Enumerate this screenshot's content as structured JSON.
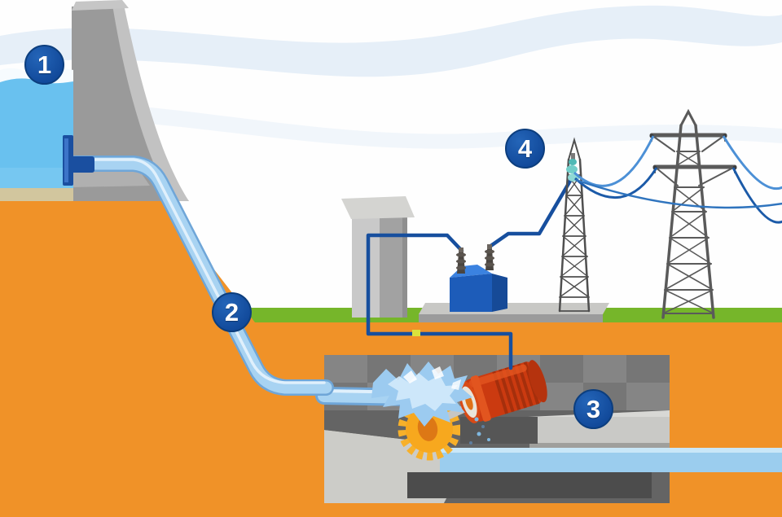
{
  "diagram": {
    "markers": [
      {
        "label": "1"
      },
      {
        "label": "2"
      },
      {
        "label": "3"
      },
      {
        "label": "4"
      }
    ],
    "colors": {
      "water": "#69c1ef",
      "ground": "#f09228",
      "grass": "#76b62a",
      "sand": "#d2c69e",
      "pipe": "#a8d3f2",
      "pipe_edge": "#6fa6d8",
      "cable": "#174f9e",
      "badge_bg": "#1355a5",
      "badge_text": "#ffffff",
      "turbine": "#f7a81e",
      "generator": "#cb3a10",
      "transformer": "#1d5cb9",
      "tailrace": "#9bcdee",
      "concrete": "#9a9a9a",
      "cavern": "#696969"
    }
  }
}
